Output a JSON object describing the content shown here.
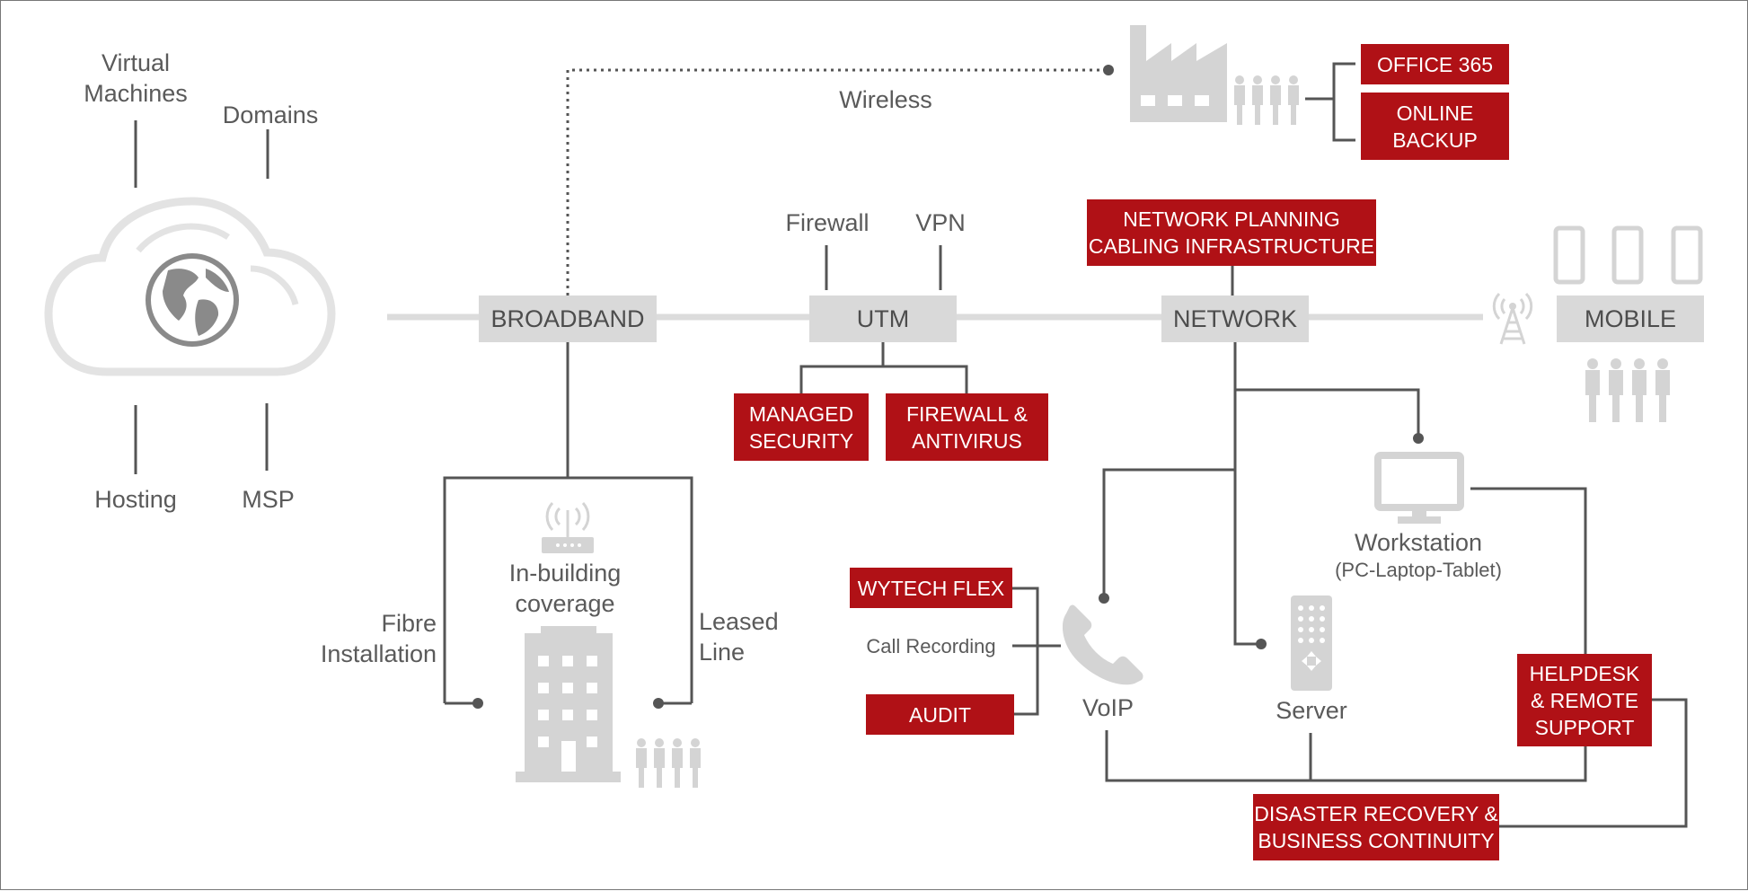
{
  "cloud": {
    "virtual_machines": "Virtual\nMachines",
    "domains": "Domains",
    "hosting": "Hosting",
    "msp": "MSP",
    "icon": "globe-cloud-icon"
  },
  "wireless": "Wireless",
  "broadband": "BROADBAND",
  "utm": "UTM",
  "network": "NETWORK",
  "mobile": "MOBILE",
  "firewall": "Firewall",
  "vpn": "VPN",
  "managed_security": "MANAGED\nSECURITY",
  "firewall_antivirus": "FIREWALL &\nANTIVIRUS",
  "network_planning": "NETWORK PLANNING\nCABLING INFRASTRUCTURE",
  "office365": "OFFICE 365",
  "online_backup": "ONLINE\nBACKUP",
  "in_building": "In-building\ncoverage",
  "fibre": "Fibre\nInstallation",
  "leased": "Leased\nLine",
  "workstation": "Workstation",
  "workstation_sub": "(PC-Laptop-Tablet)",
  "wytech_flex": "WYTECH FLEX",
  "call_recording": "Call Recording",
  "audit": "AUDIT",
  "voip": "VoIP",
  "server": "Server",
  "helpdesk": "HELPDESK\n& REMOTE\nSUPPORT",
  "disaster": "DISASTER RECOVERY &\nBUSINESS CONTINUITY",
  "colors": {
    "red": "#b01116",
    "grey_box": "#d9d9d9",
    "line": "#555555",
    "icon_grey": "#cfcfcf"
  }
}
